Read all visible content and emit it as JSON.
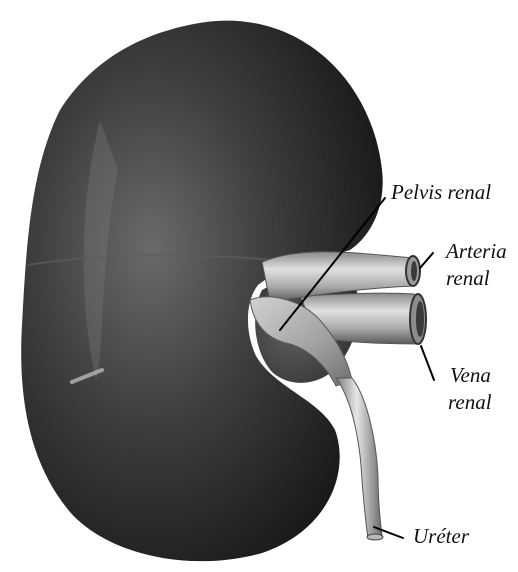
{
  "labels": {
    "pelvis": "Pelvis renal",
    "arteria_line1": "Arteria",
    "arteria_line2": "renal",
    "vena_line1": "Vena",
    "vena_line2": "renal",
    "ureter": "Uréter"
  },
  "colors": {
    "kidney_dark": "#1c1c1c",
    "kidney_mid": "#3c3c3c",
    "kidney_light": "#5a5a5a",
    "vessel_light": "#d7d7d7",
    "vessel_dark": "#6a6a6a"
  }
}
